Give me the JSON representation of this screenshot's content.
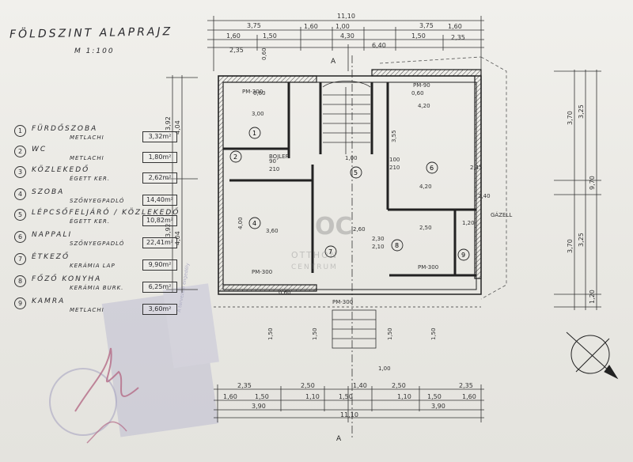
{
  "header": {
    "title": "FÖLDSZINT  ALAPRAJZ",
    "scale": "M 1:100"
  },
  "legend": [
    {
      "num": "1",
      "name": "FÜRDŐSZOBA",
      "material": "METLACHI",
      "area": "3,32m²"
    },
    {
      "num": "2",
      "name": "WC",
      "material": "METLACHI",
      "area": "1,80m²"
    },
    {
      "num": "3",
      "name": "KÖZLEKEDŐ",
      "material": "ÉGETT KER.",
      "area": "2,62m²"
    },
    {
      "num": "4",
      "name": "SZOBA",
      "material": "SZŐNYEGPADLÓ",
      "area": "14,40m²"
    },
    {
      "num": "5",
      "name": "LÉPCSŐFELJÁRÓ / KÖZLEKEDŐ",
      "material": "ÉGETT KER.",
      "area": "10,82m²"
    },
    {
      "num": "6",
      "name": "NAPPALI",
      "material": "SZŐNYEGPADLÓ",
      "area": "22,41m²"
    },
    {
      "num": "7",
      "name": "ÉTKEZŐ",
      "material": "KERÁMIA LAP",
      "area": "9,90m²"
    },
    {
      "num": "8",
      "name": "FŐZŐ KONYHA",
      "material": "KERÁMIA BURK.",
      "area": "6,25m²"
    },
    {
      "num": "9",
      "name": "KAMRA",
      "material": "METLACHI",
      "area": "3,60m²"
    }
  ],
  "dims": {
    "top": [
      "11,10",
      "3,75",
      "3,75",
      "1,60",
      "1,60",
      "1,60",
      "1,50",
      "1,00",
      "1,50",
      "4,30",
      "2,35",
      "2,35",
      "6,40"
    ],
    "bottom": [
      "2,35",
      "2,50",
      "1,40",
      "2,50",
      "2,35",
      "1,60",
      "1,50",
      "1,10",
      "1,50",
      "1,10",
      "1,50",
      "1,60",
      "3,90",
      "3,90",
      "11,10"
    ],
    "left": [
      "3,92",
      "4,04",
      "3,92",
      "4,04"
    ],
    "right": [
      "3,70",
      "3,25",
      "9,70",
      "3,70",
      "3,25",
      "1,20"
    ],
    "inner": [
      "3,00",
      "4,20",
      "3,55",
      "2,45",
      "4,20",
      "2,40",
      "4,00",
      "3,60",
      "2,60",
      "2,50",
      "1,20",
      "2,30",
      "2,10",
      "1,00",
      "90",
      "210",
      "100",
      "210",
      "0,60",
      "1,50",
      "1,50",
      "1,50",
      "1,50",
      "1,00",
      "0,60",
      "0,60",
      "0,60"
    ]
  },
  "plan_labels": {
    "pm1": "PM-300",
    "pm2": "PM-300",
    "pm3": "PM-300",
    "pm4": "PM-300",
    "pm5": "PM-90",
    "boiler": "BOJLER",
    "gazell": "GÁZELL",
    "a_top": "A",
    "a_bottom": "A"
  },
  "watermark": {
    "brand": "OTTHON",
    "brand2": "CENTRUM",
    "logo": "OC"
  },
  "stamp": {
    "text": "A tervezési engedély"
  }
}
